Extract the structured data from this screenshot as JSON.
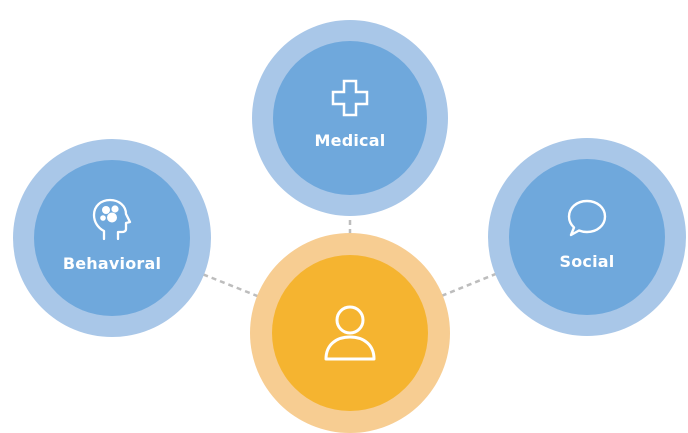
{
  "diagram": {
    "nodes": [
      {
        "id": "medical",
        "label": "Medical",
        "icon": "medical-cross-icon"
      },
      {
        "id": "behavioral",
        "label": "Behavioral",
        "icon": "head-brain-icon"
      },
      {
        "id": "social",
        "label": "Social",
        "icon": "speech-bubble-icon"
      },
      {
        "id": "person",
        "label": "",
        "icon": "person-icon"
      }
    ],
    "connections": [
      {
        "from": "person",
        "to": "medical",
        "style": "dashed"
      },
      {
        "from": "person",
        "to": "behavioral",
        "style": "dashed"
      },
      {
        "from": "person",
        "to": "social",
        "style": "dashed"
      }
    ]
  },
  "colors": {
    "blue_outer": "#a9c7e8",
    "blue_inner": "#6fa8dc",
    "orange_outer": "#f7cd92",
    "orange_inner": "#f5b430",
    "connector": "#bdbdbd",
    "icon_stroke": "#ffffff"
  }
}
